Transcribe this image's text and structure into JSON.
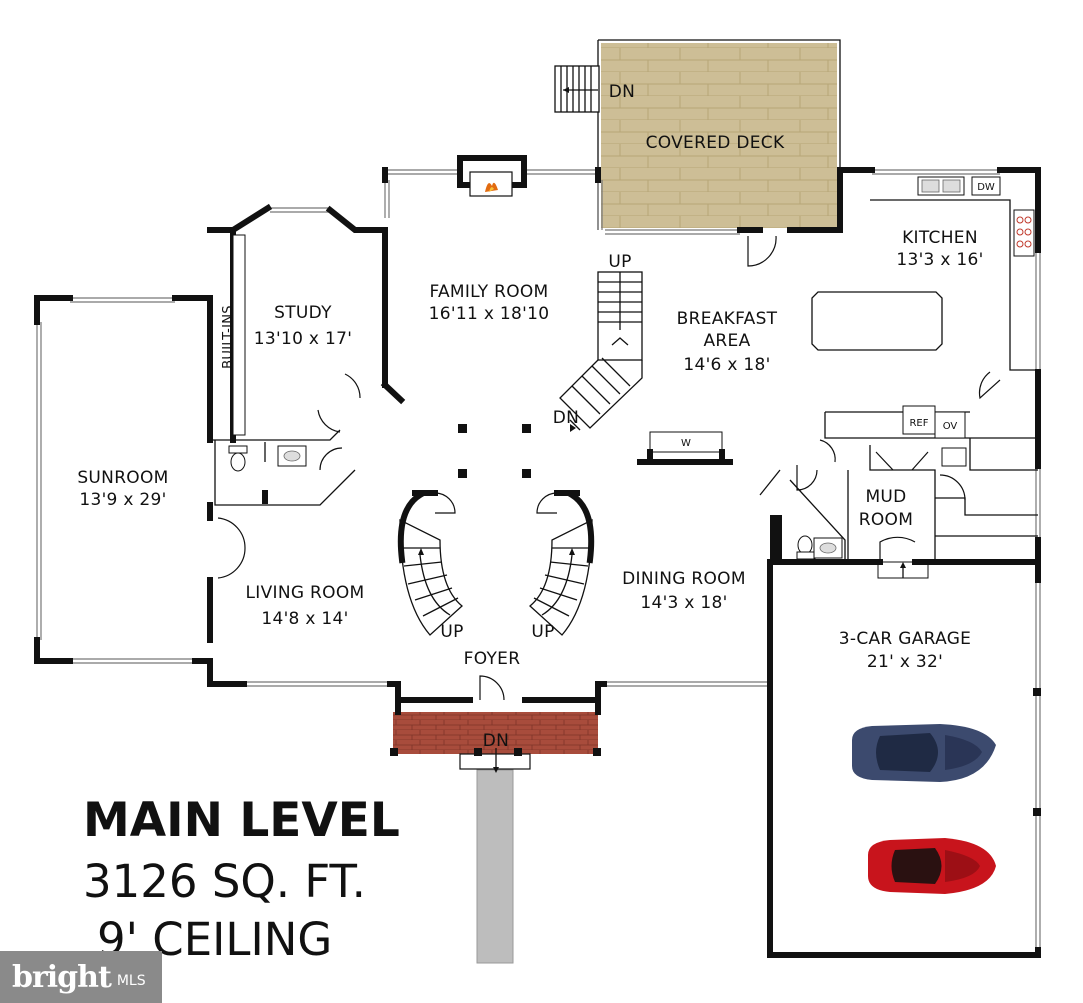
{
  "rooms": {
    "covered_deck": {
      "name": "COVERED DECK"
    },
    "kitchen": {
      "name": "KITCHEN",
      "size": "13'3 x 16'"
    },
    "family_room": {
      "name": "FAMILY ROOM",
      "size": "16'11 x 18'10"
    },
    "study": {
      "name": "STUDY",
      "size": "13'10 x 17'"
    },
    "breakfast_area": {
      "name1": "BREAKFAST",
      "name2": "AREA",
      "size": "14'6 x 18'"
    },
    "sunroom": {
      "name": "SUNROOM",
      "size": "13'9 x 29'"
    },
    "living_room": {
      "name": "LIVING ROOM",
      "size": "14'8 x 14'"
    },
    "dining_room": {
      "name": "DINING ROOM",
      "size": "14'3 x 18'"
    },
    "mud_room": {
      "name1": "MUD",
      "name2": "ROOM"
    },
    "garage": {
      "name": "3-CAR GARAGE",
      "size": "21' x 32'"
    },
    "foyer": {
      "name": "FOYER"
    }
  },
  "labels": {
    "built_ins": "BUILT-INS",
    "dn_deck": "DN",
    "dn_stairs": "DN",
    "dn_porch": "DN",
    "up_back_stairs": "UP",
    "up_left": "UP",
    "up_right": "UP",
    "dw": "DW",
    "ref": "REF",
    "ov": "OV",
    "w": "W"
  },
  "title": {
    "line1": "MAIN LEVEL",
    "line2": "3126 SQ. FT.",
    "line3": "9' CEILING"
  },
  "logo": {
    "brand": "bright",
    "suffix": "MLS"
  },
  "colors": {
    "deck": "#cdbe96",
    "porch": "#a84c3c",
    "walkway": "#bdbdbd",
    "car_blue": "#3c4a6e",
    "car_red": "#c8141c",
    "logo_bg": "#8a8a8a"
  }
}
